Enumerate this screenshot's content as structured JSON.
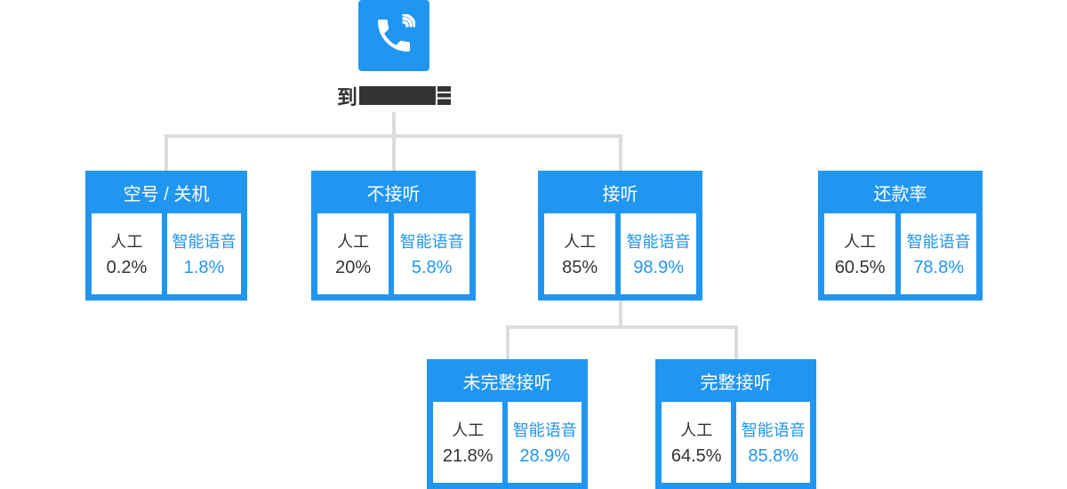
{
  "header": {
    "icon": "phone-call-icon",
    "title_visible_char": "到",
    "title_redacted": true
  },
  "labels": {
    "manual": "人工",
    "ai": "智能语音"
  },
  "nodes": [
    {
      "id": "empty-or-off",
      "title": "空号 / 关机",
      "manual": "0.2%",
      "ai": "1.8%"
    },
    {
      "id": "no-answer",
      "title": "不接听",
      "manual": "20%",
      "ai": "5.8%"
    },
    {
      "id": "answered",
      "title": "接听",
      "manual": "85%",
      "ai": "98.9%"
    },
    {
      "id": "repayment-rate",
      "title": "还款率",
      "manual": "60.5%",
      "ai": "78.8%"
    },
    {
      "id": "partial-answer",
      "title": "未完整接听",
      "manual": "21.8%",
      "ai": "28.9%"
    },
    {
      "id": "complete-answer",
      "title": "完整接听",
      "manual": "64.5%",
      "ai": "85.8%"
    }
  ],
  "colors": {
    "accent_blue": "#2196f0",
    "text_dark": "#333333",
    "connector_gray": "#dcdcdc",
    "cell_white": "#ffffff"
  }
}
